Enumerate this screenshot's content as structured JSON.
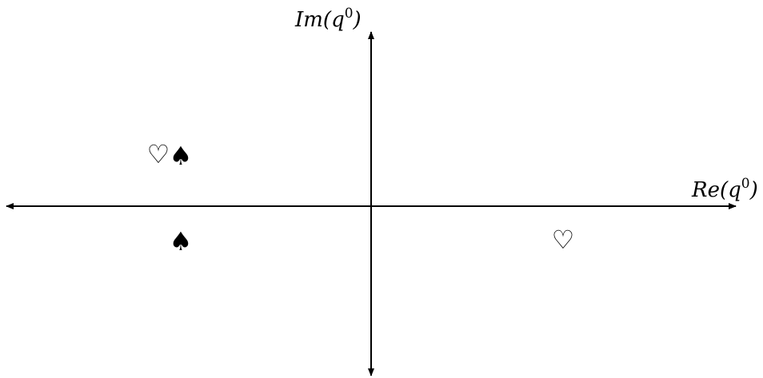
{
  "axes": {
    "real": {
      "label_main": "Re(q",
      "label_sup": "0",
      "label_close": ")"
    },
    "imag": {
      "label_main": "Im(q",
      "label_sup": "0",
      "label_close": ")"
    }
  },
  "markers": {
    "upper_left_heart": "♡",
    "upper_left_spade": "♠",
    "lower_left_spade": "♠",
    "lower_right_heart": "♡"
  },
  "colors": {
    "ink": "#000000",
    "background": "#ffffff"
  }
}
